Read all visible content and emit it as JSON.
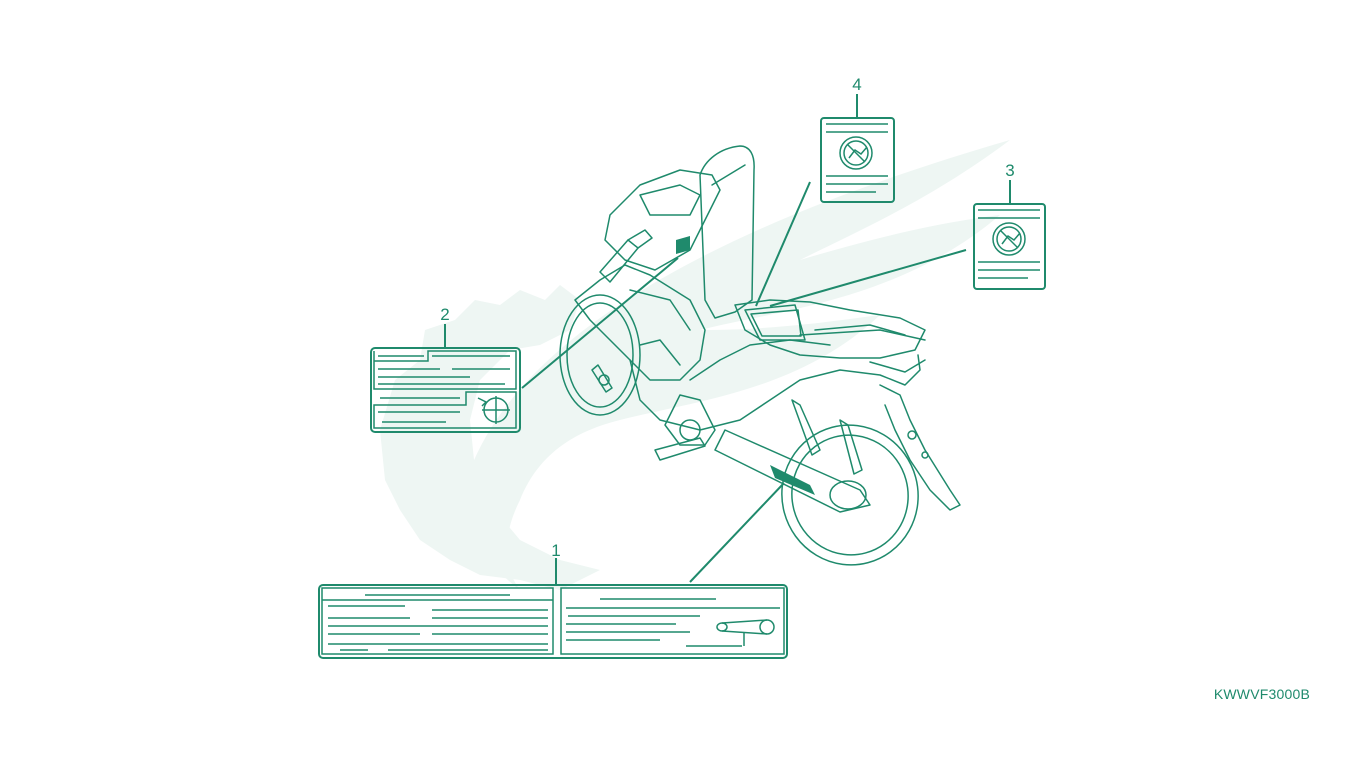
{
  "colors": {
    "line": "#1f8a6c",
    "watermark": "#eef6f3",
    "background": "#ffffff"
  },
  "callouts": [
    {
      "number": "1",
      "part": "drive chain label"
    },
    {
      "number": "2",
      "part": "frame label"
    },
    {
      "number": "3",
      "part": "warning label (right)"
    },
    {
      "number": "4",
      "part": "warning label (left)"
    }
  ],
  "drawing_code": "KWWVF3000B",
  "icons": [
    "watermark-logo-icon",
    "no-service-icon",
    "chain-icon",
    "wheel-target-icon"
  ]
}
